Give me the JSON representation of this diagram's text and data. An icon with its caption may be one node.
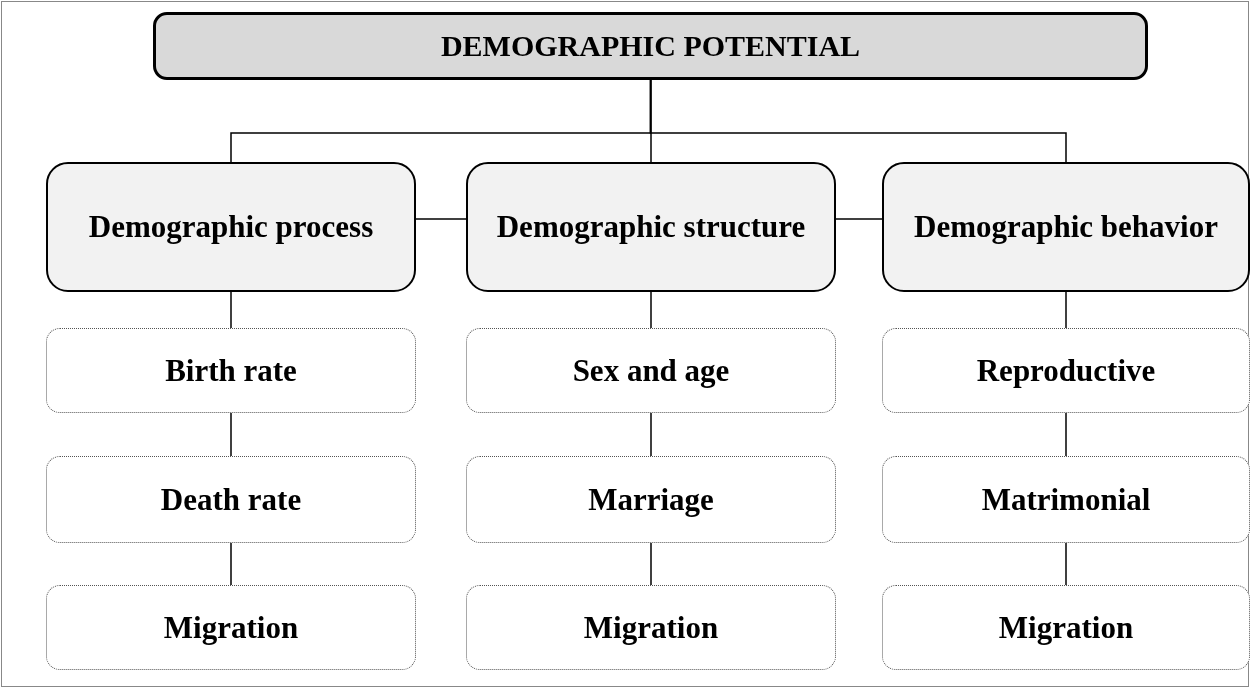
{
  "diagram": {
    "nodes": [
      {
        "text": [
          "DEMOGRAPHIC POTENTIAL"
        ]
      },
      {
        "text": [
          "Demographic process"
        ]
      },
      {
        "text": [
          "Demographic structure"
        ]
      },
      {
        "text": [
          "Demographic behavior"
        ]
      },
      {
        "text": [
          "Birth rate"
        ]
      },
      {
        "text": [
          "Death rate"
        ]
      },
      {
        "text": [
          "Migration"
        ]
      },
      {
        "text": [
          "Sex and age"
        ]
      },
      {
        "text": [
          "Marriage"
        ]
      },
      {
        "text": [
          "Migration"
        ]
      },
      {
        "text": [
          "Reproductive"
        ]
      },
      {
        "text": [
          "Matrimonial"
        ]
      },
      {
        "text": [
          "Migration"
        ]
      }
    ],
    "edges": [
      {
        "from": 0,
        "to": 1,
        "arrow": "none"
      },
      {
        "from": 0,
        "to": 2,
        "arrow": "none"
      },
      {
        "from": 0,
        "to": 3,
        "arrow": "none"
      },
      {
        "from": 1,
        "to": 2,
        "arrow": "none"
      },
      {
        "from": 2,
        "to": 3,
        "arrow": "none"
      },
      {
        "from": 1,
        "to": 4,
        "arrow": "none"
      },
      {
        "from": 4,
        "to": 5,
        "arrow": "none"
      },
      {
        "from": 5,
        "to": 6,
        "arrow": "none"
      },
      {
        "from": 2,
        "to": 7,
        "arrow": "none"
      },
      {
        "from": 7,
        "to": 8,
        "arrow": "none"
      },
      {
        "from": 8,
        "to": 9,
        "arrow": "none"
      },
      {
        "from": 3,
        "to": 10,
        "arrow": "none"
      },
      {
        "from": 10,
        "to": 11,
        "arrow": "none"
      },
      {
        "from": 11,
        "to": 12,
        "arrow": "none"
      }
    ]
  }
}
